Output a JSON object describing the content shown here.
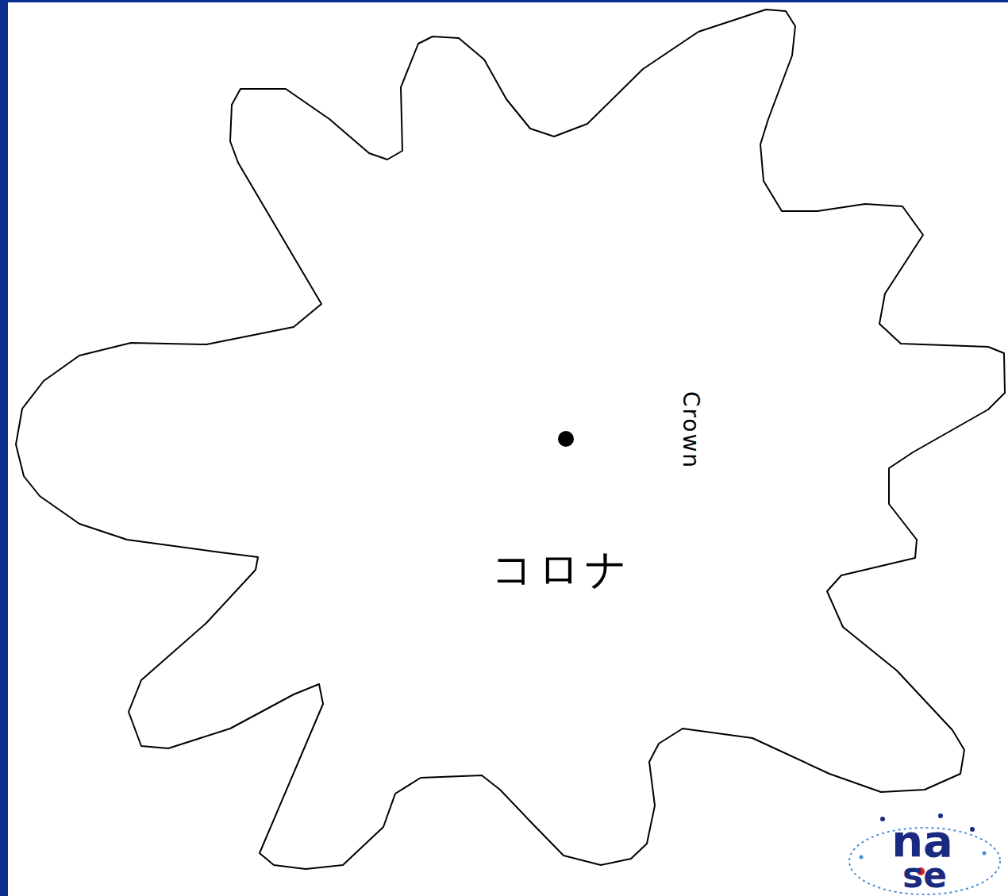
{
  "diagram": {
    "labels": [
      "Crown",
      "コロナ",
      "na",
      "se"
    ]
  }
}
